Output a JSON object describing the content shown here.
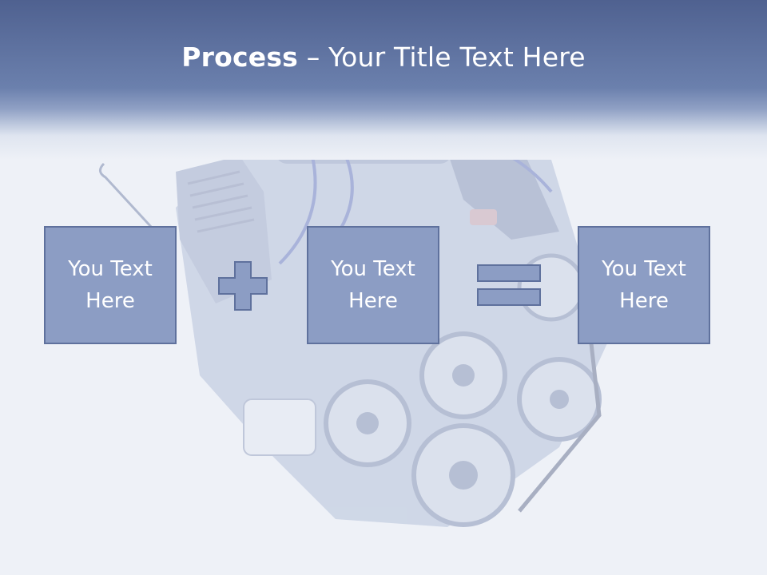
{
  "slide": {
    "title_bold": "Process",
    "title_rest": " – Your Title Text Here",
    "boxes": [
      {
        "text": "You Text Here"
      },
      {
        "text": "You Text Here"
      },
      {
        "text": "You Text Here"
      }
    ],
    "operators": [
      "plus-icon",
      "equals-icon"
    ]
  },
  "colors": {
    "header": "#5a6c98",
    "box_fill": "#8c9dc4",
    "box_border": "#5f719d",
    "background": "#eef1f7"
  }
}
